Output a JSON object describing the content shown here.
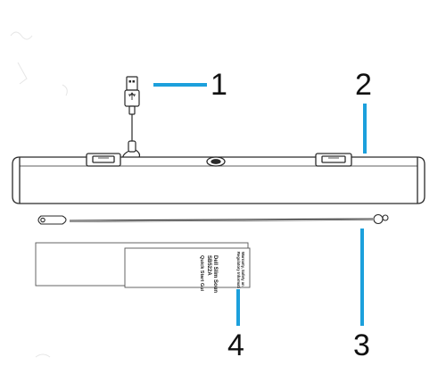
{
  "callouts": [
    {
      "number": "1",
      "part": "usb-cable"
    },
    {
      "number": "2",
      "part": "soundbar"
    },
    {
      "number": "3",
      "part": "security-cable"
    },
    {
      "number": "4",
      "part": "documents"
    }
  ],
  "documents": {
    "guide_title_line1": "Dell Slim Soun",
    "guide_model": "SB522A",
    "guide_subtitle": "Quick Start Gui",
    "safety_line1": "Warranty, Safety an",
    "safety_line2": "Regulatory Informati"
  },
  "colors": {
    "callout_line": "#1ca0dc",
    "outline": "#2a2a2a",
    "number_text": "#111111"
  }
}
